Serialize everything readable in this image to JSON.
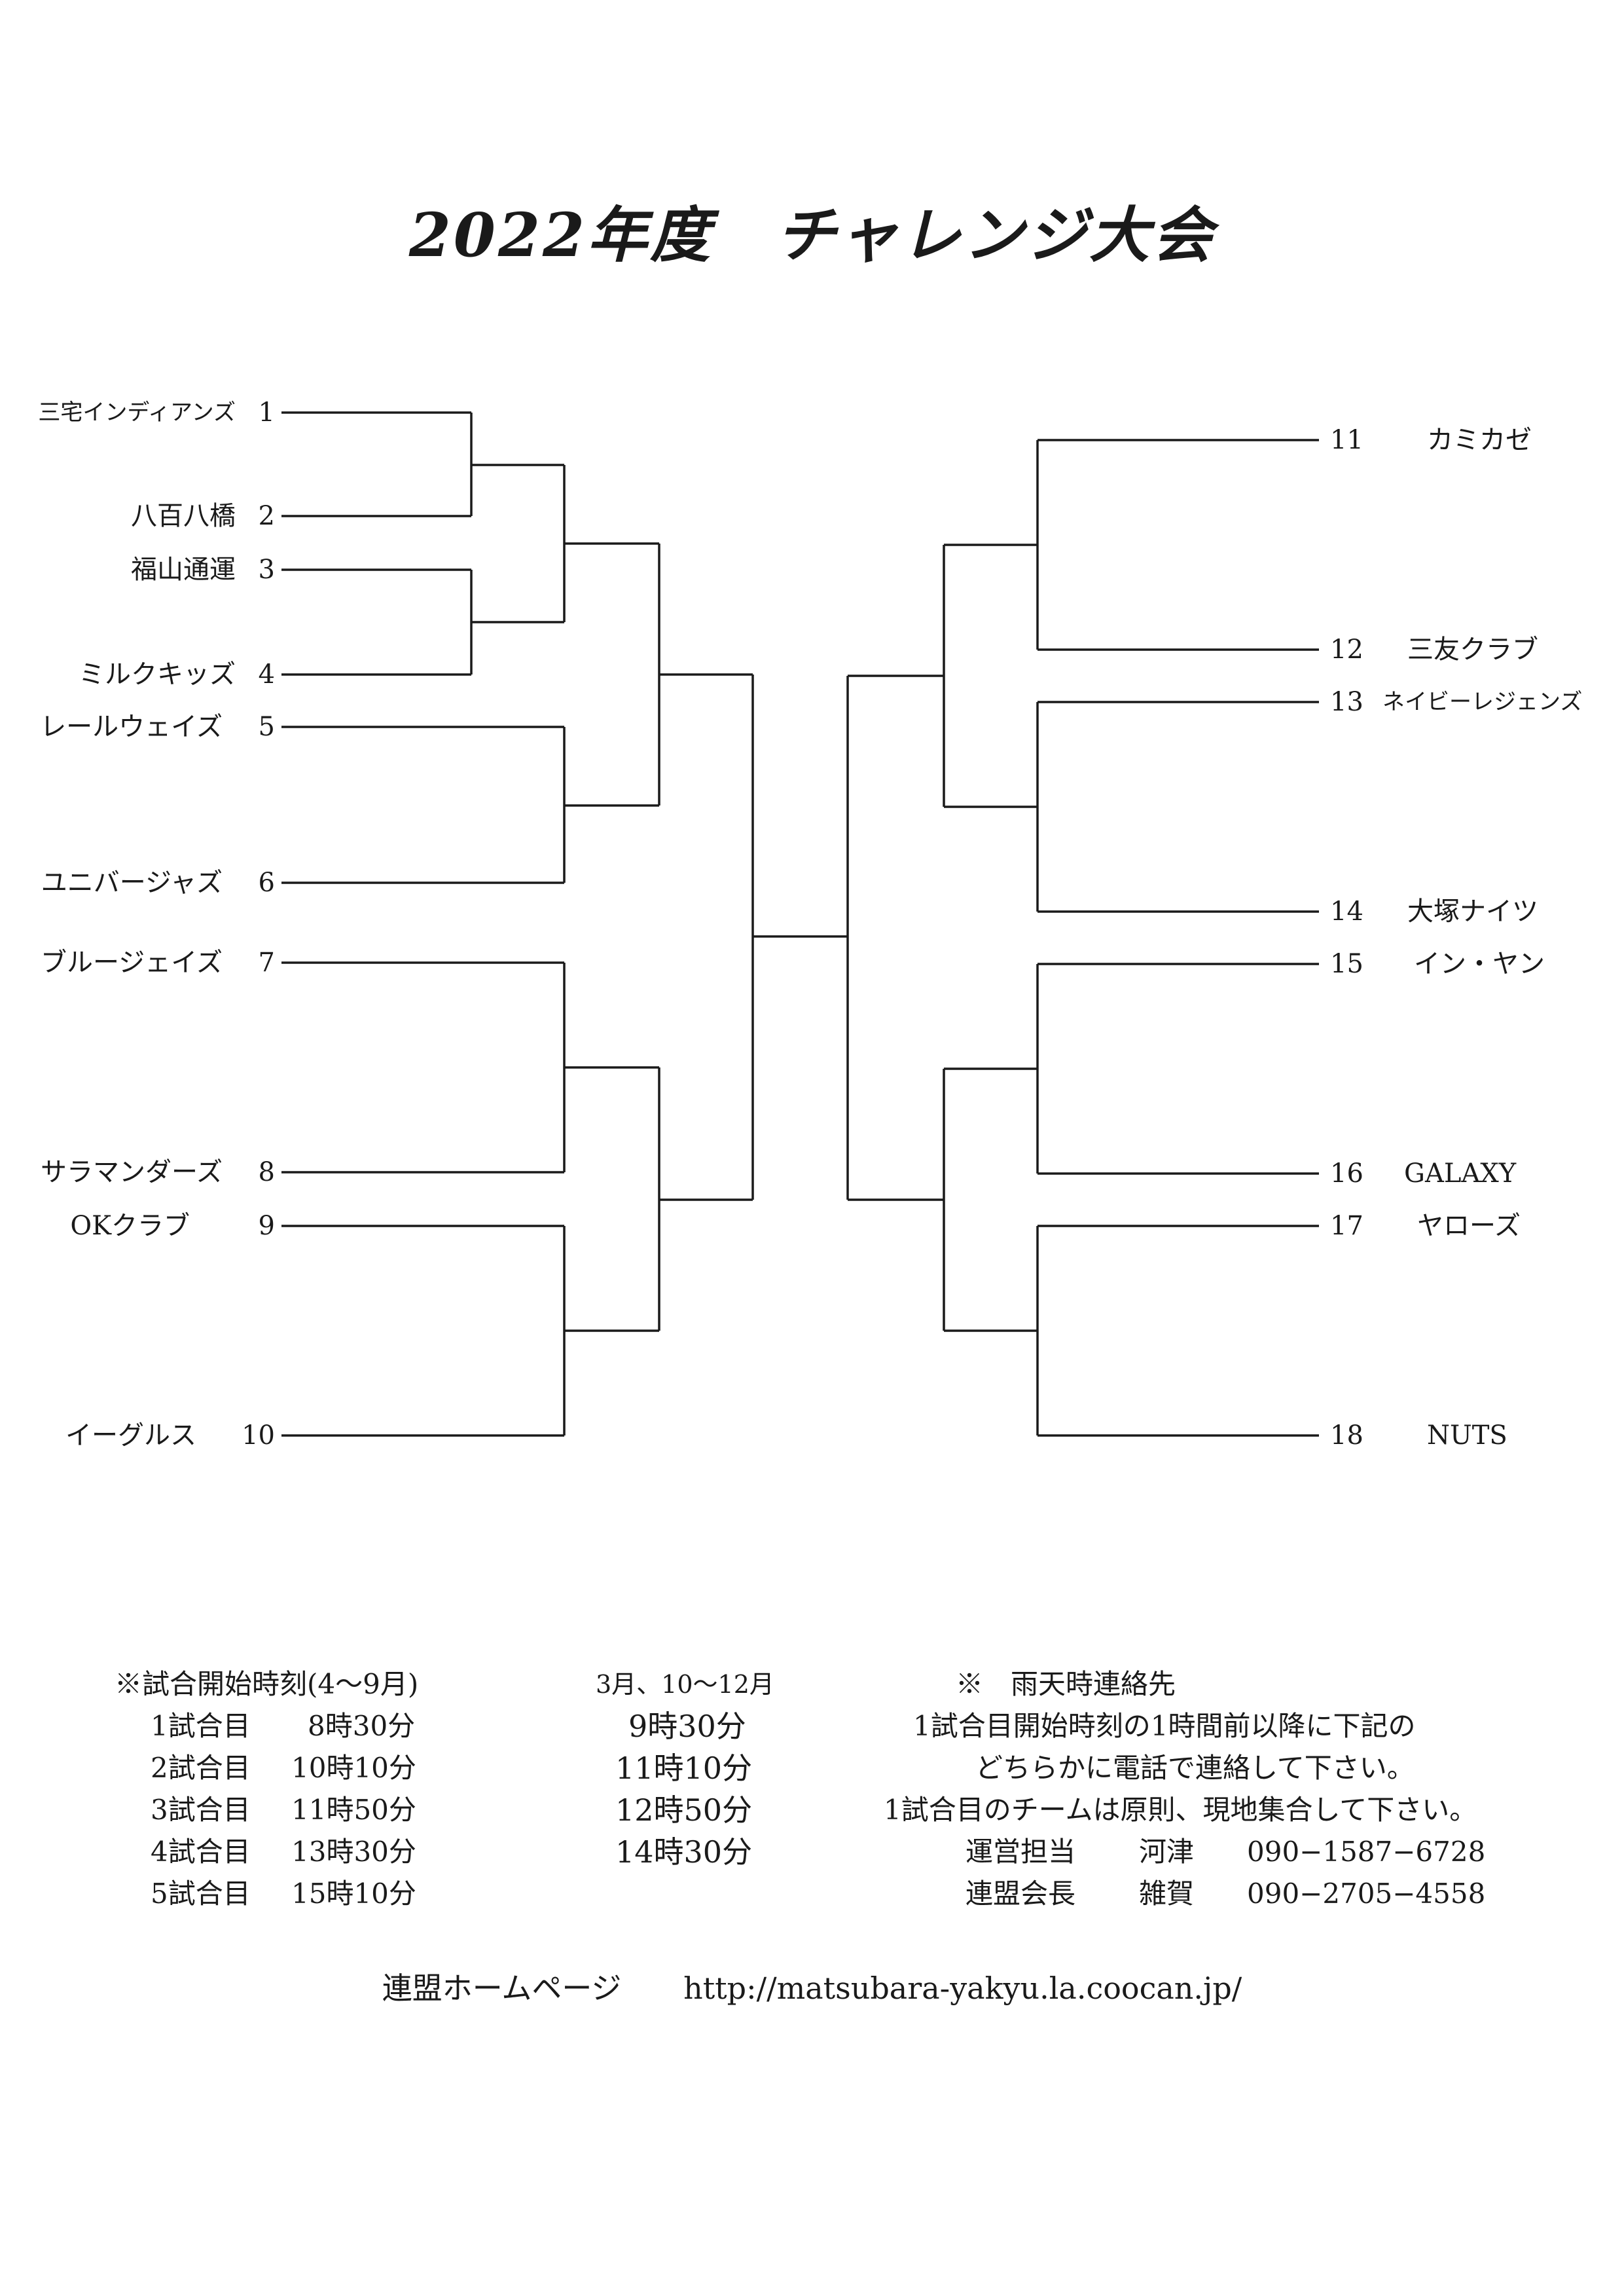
{
  "title": "2022年度　チャレンジ大会",
  "left_teams": [
    {
      "num": "1",
      "name": "三宅インディアンズ"
    },
    {
      "num": "2",
      "name": "八百八橋"
    },
    {
      "num": "3",
      "name": "福山通運"
    },
    {
      "num": "4",
      "name": "ミルクキッズ"
    },
    {
      "num": "5",
      "name": "レールウェイズ"
    },
    {
      "num": "6",
      "name": "ユニバージャズ"
    },
    {
      "num": "7",
      "name": "ブルージェイズ"
    },
    {
      "num": "8",
      "name": "サラマンダーズ"
    },
    {
      "num": "9",
      "name": "OKクラブ"
    },
    {
      "num": "10",
      "name": "イーグルス"
    }
  ],
  "right_teams": [
    {
      "num": "11",
      "name": "カミカゼ"
    },
    {
      "num": "12",
      "name": "三友クラブ"
    },
    {
      "num": "13",
      "name": "ネイビーレジェンズ"
    },
    {
      "num": "14",
      "name": "大塚ナイツ"
    },
    {
      "num": "15",
      "name": "イン・ヤン"
    },
    {
      "num": "16",
      "name": "GALAXY"
    },
    {
      "num": "17",
      "name": "ヤローズ"
    },
    {
      "num": "18",
      "name": "NUTS"
    }
  ],
  "schedule": {
    "heading": "※試合開始時刻(4～9月)",
    "rows": [
      {
        "game": "1試合目",
        "time": "8時30分"
      },
      {
        "game": "2試合目",
        "time": "10時10分"
      },
      {
        "game": "3試合目",
        "time": "11時50分"
      },
      {
        "game": "4試合目",
        "time": "13時30分"
      },
      {
        "game": "5試合目",
        "time": "15時10分"
      }
    ]
  },
  "schedule_alt": {
    "heading": "3月、10～12月",
    "times": [
      "9時30分",
      "11時10分",
      "12時50分",
      "14時30分"
    ]
  },
  "rain": {
    "heading": "※　雨天時連絡先",
    "lines": [
      "1試合目開始時刻の1時間前以降に下記の",
      "どちらかに電話で連絡して下さい。",
      "1試合目のチームは原則、現地集合して下さい。"
    ],
    "contacts": [
      {
        "role": "運営担当",
        "name": "河津",
        "phone": "090−1587−6728"
      },
      {
        "role": "連盟会長",
        "name": "雑賀",
        "phone": "090−2705−4558"
      }
    ]
  },
  "footer": {
    "label": "連盟ホームページ",
    "url": "http://matsubara-yakyu.la.coocan.jp/"
  }
}
